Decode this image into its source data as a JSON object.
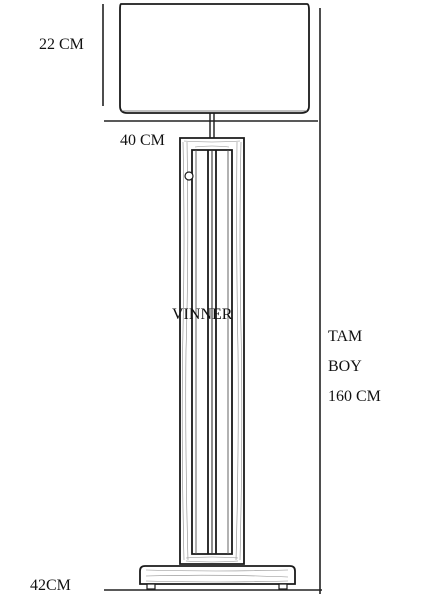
{
  "product": {
    "name": "VINNER"
  },
  "dimensions": {
    "shade_height": "22 CM",
    "shade_width": "40 CM",
    "base_width": "42CM",
    "total_height_line1": "TAM",
    "total_height_line2": "BOY",
    "total_height_line3": "160 CM"
  },
  "colors": {
    "line": "#222222",
    "wood_grain": "#8a8a8a",
    "shade_fill": "#ffffff"
  }
}
